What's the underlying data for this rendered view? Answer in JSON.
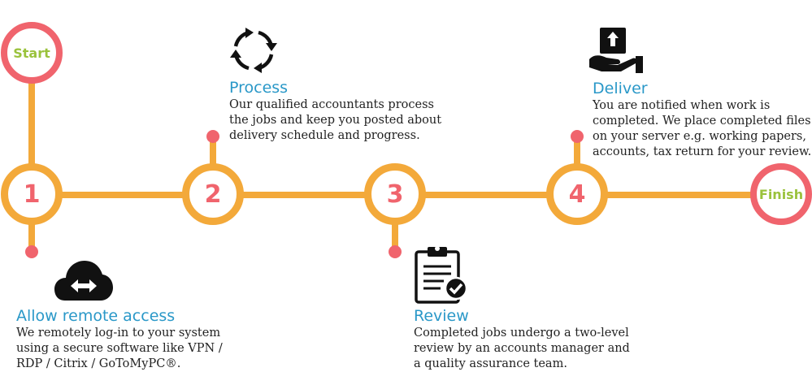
{
  "start_label": "Start",
  "finish_label": "Finish",
  "steps": [
    {
      "number": "1",
      "title": "Allow remote access",
      "description": "We remotely log-in to your system\nusing a secure software like VPN /\nRDP / Citrix / GoToMyPC®.",
      "icon": "cloud-transfer-icon"
    },
    {
      "number": "2",
      "title": "Process",
      "description": "Our qualified accountants process\nthe jobs and keep you posted about\ndelivery schedule and progress.",
      "icon": "refresh-cycle-icon"
    },
    {
      "number": "3",
      "title": "Review",
      "description": "Completed jobs undergo a two-level\nreview by an accounts manager and\na quality assurance team.",
      "icon": "clipboard-check-icon"
    },
    {
      "number": "4",
      "title": "Deliver",
      "description": "You are notified when work is\ncompleted. We place completed files\non your server e.g. working papers,\naccounts, tax return for your review.",
      "icon": "hand-box-delivery-icon"
    }
  ],
  "colors": {
    "timeline": "#f3a93a",
    "accent": "#f0646d",
    "title": "#2a98c8",
    "start_finish_text": "#9ac23c"
  }
}
